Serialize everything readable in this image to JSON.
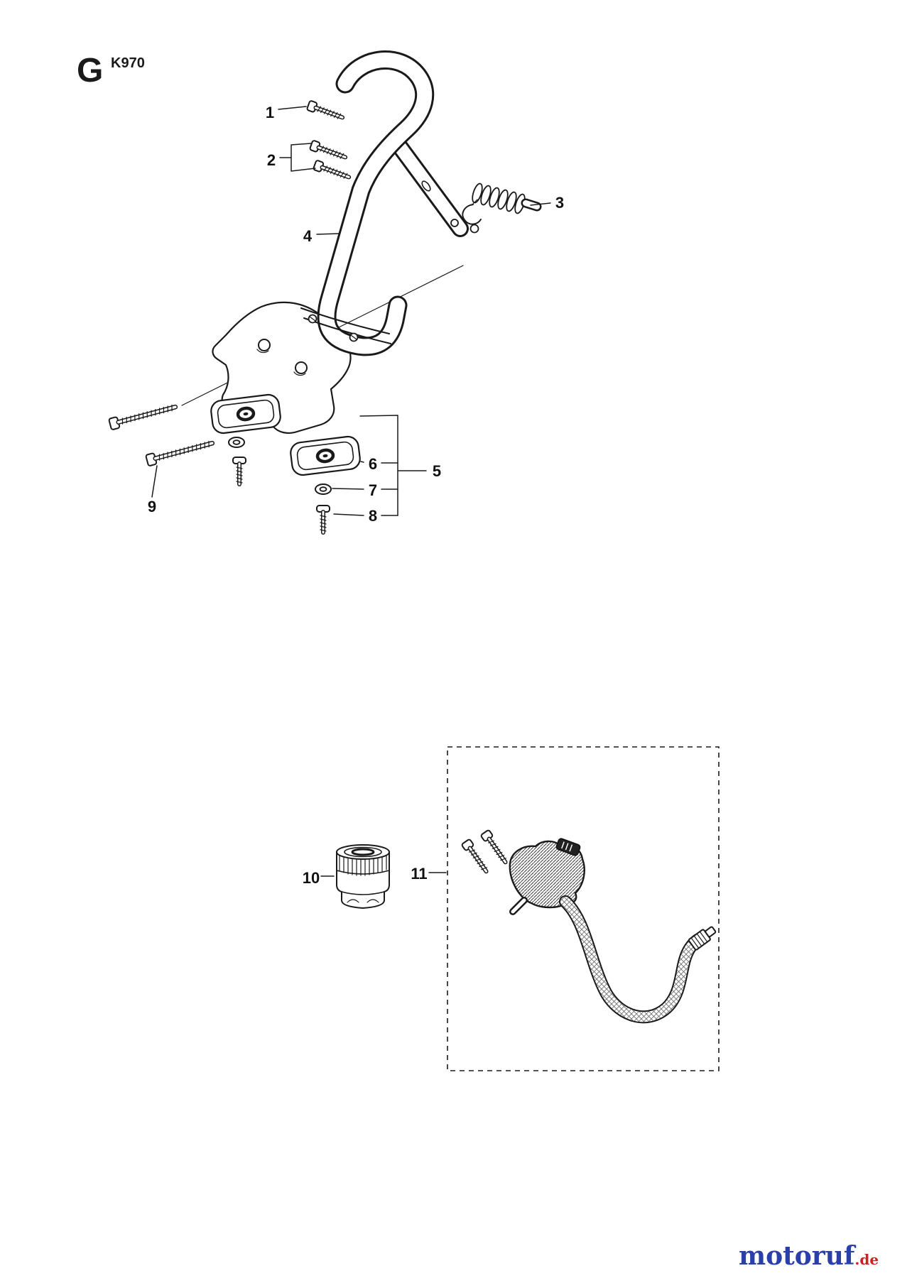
{
  "header": {
    "section_letter": "G",
    "model_label": "K970"
  },
  "callouts": [
    {
      "num": "1"
    },
    {
      "num": "2"
    },
    {
      "num": "3"
    },
    {
      "num": "4"
    },
    {
      "num": "5"
    },
    {
      "num": "6"
    },
    {
      "num": "7"
    },
    {
      "num": "8"
    },
    {
      "num": "9"
    },
    {
      "num": "10"
    },
    {
      "num": "11"
    }
  ],
  "watermark": {
    "brand": "motoruf",
    "suffix": ".de"
  },
  "colors": {
    "line": "#1a1a1a",
    "background": "#ffffff",
    "watermark_blue": "#2a3fa8",
    "watermark_red": "#cc2222"
  }
}
